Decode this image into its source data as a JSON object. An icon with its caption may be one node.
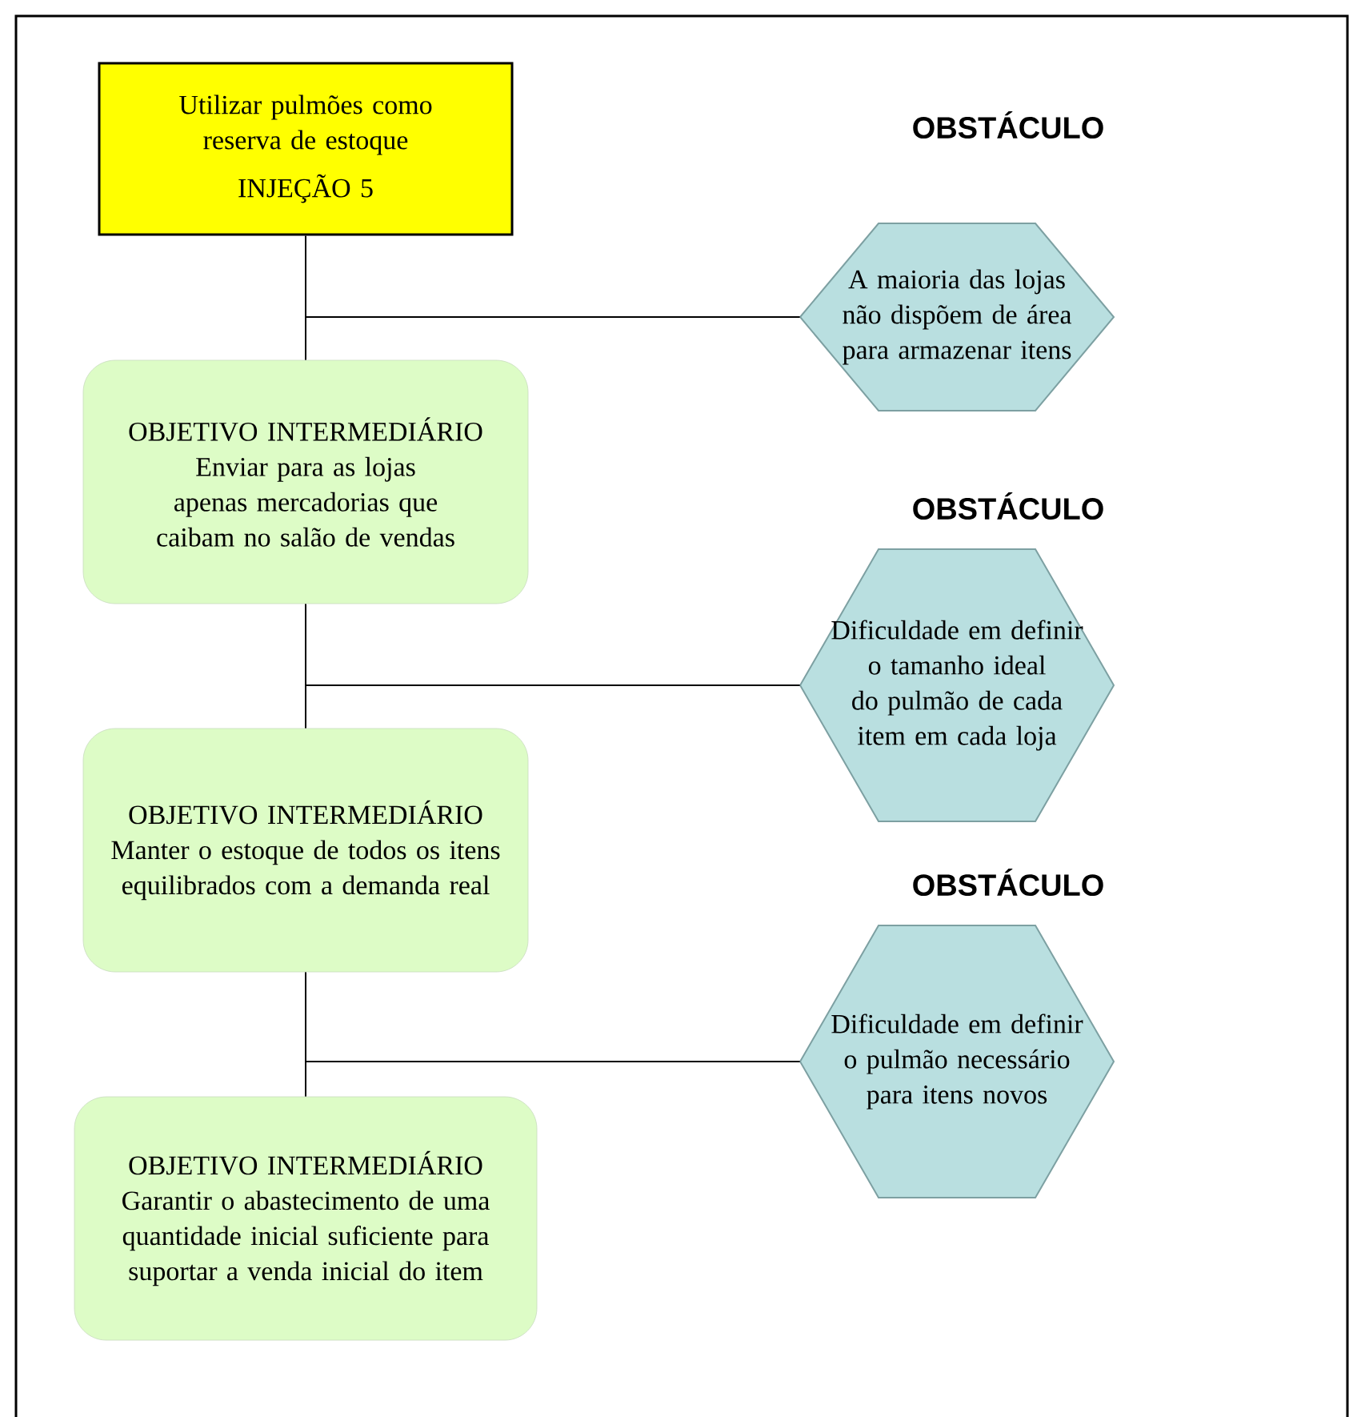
{
  "diagram": {
    "nodes": [
      {
        "text": [
          "Utilizar pulmões como reserva de estoque",
          "INJEÇÃO 5"
        ]
      },
      {
        "text": [
          "OBJETIVO INTERMEDIÁRIO",
          "Enviar para as lojas apenas mercadorias que caibam no salão de vendas"
        ]
      },
      {
        "text": [
          "OBJETIVO INTERMEDIÁRIO",
          "Manter o estoque de todos os itens equilibrados com a demanda real"
        ]
      },
      {
        "text": [
          "OBJETIVO INTERMEDIÁRIO",
          "Garantir o abastecimento de uma quantidade inicial suficiente para suportar a venda inicial do item"
        ]
      },
      {
        "text": [
          "OBSTÁCULO",
          "A maioria das lojas não dispõem de área para armazenar itens"
        ]
      },
      {
        "text": [
          "OBSTÁCULO",
          "Dificuldade em definir o tamanho ideal do pulmão de cada item em cada loja"
        ]
      },
      {
        "text": [
          "OBSTÁCULO",
          "Dificuldade em definir o pulmão necessário para itens novos"
        ]
      }
    ],
    "edges": [
      {
        "from": 0,
        "to": 1,
        "arrow": "none"
      },
      {
        "from": 1,
        "to": 2,
        "arrow": "none"
      },
      {
        "from": 2,
        "to": 3,
        "arrow": "none"
      },
      {
        "from": 4,
        "to": null,
        "arrow": "none"
      },
      {
        "from": 5,
        "to": null,
        "arrow": "none"
      },
      {
        "from": 6,
        "to": null,
        "arrow": "none"
      }
    ]
  }
}
